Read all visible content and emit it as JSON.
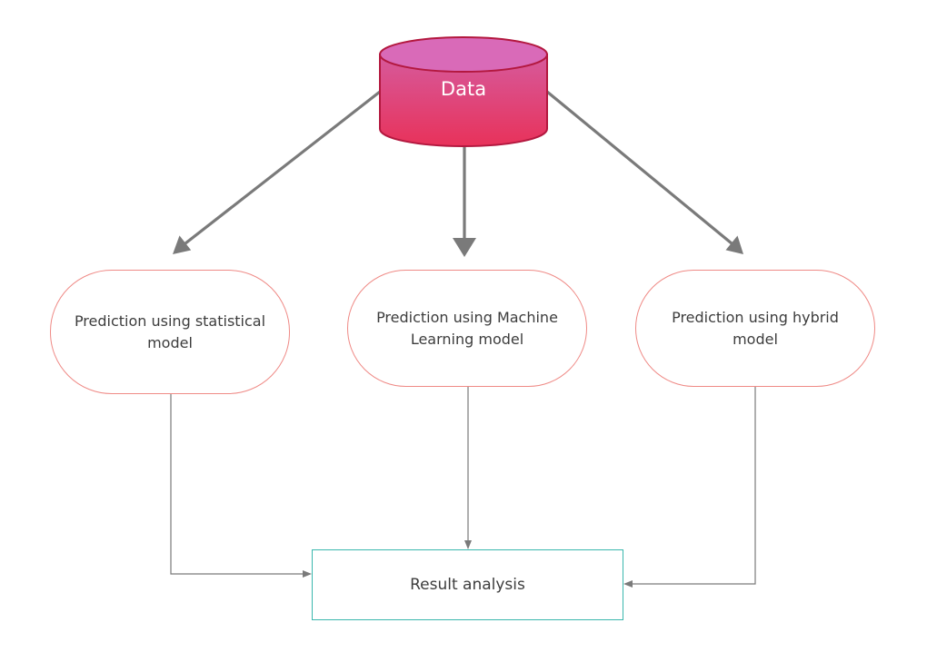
{
  "nodes": {
    "data": "Data",
    "statistical": "Prediction using statistical model",
    "machine_learning": "Prediction using Machine Learning  model",
    "hybrid": "Prediction using hybrid model",
    "result": "Result analysis"
  },
  "colors": {
    "database_top": "#d96ab8",
    "database_body_top": "#d65a9c",
    "database_body_bottom": "#e8325a",
    "database_stroke": "#b3183f",
    "model_border": "#ef8a86",
    "result_border": "#3ab7ad",
    "arrow": "#7a7a7a"
  }
}
